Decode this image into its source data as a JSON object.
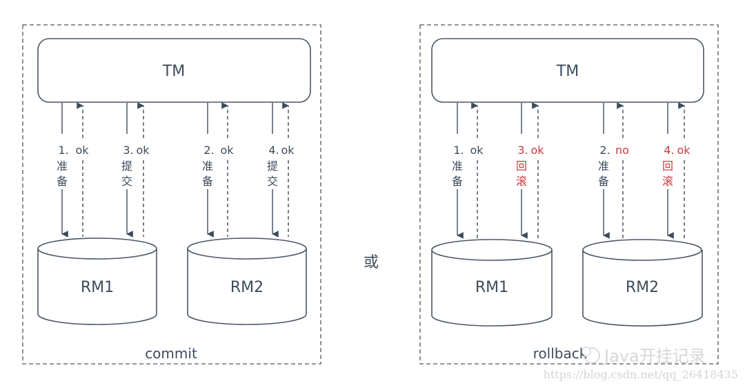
{
  "separator": "或",
  "panels": [
    {
      "caption": "commit",
      "tm_label": "TM",
      "rm_labels": [
        "RM1",
        "RM2"
      ],
      "steps": [
        {
          "num": "1.",
          "action": [
            "准",
            "备"
          ],
          "reply": "ok",
          "highlight": false,
          "reply_highlight": false
        },
        {
          "num": "3.",
          "action": [
            "提",
            "交"
          ],
          "reply": "ok",
          "highlight": false,
          "reply_highlight": false
        },
        {
          "num": "2.",
          "action": [
            "准",
            "备"
          ],
          "reply": "ok",
          "highlight": false,
          "reply_highlight": false
        },
        {
          "num": "4.",
          "action": [
            "提",
            "交"
          ],
          "reply": "ok",
          "highlight": false,
          "reply_highlight": false
        }
      ]
    },
    {
      "caption": "rollback",
      "tm_label": "TM",
      "rm_labels": [
        "RM1",
        "RM2"
      ],
      "steps": [
        {
          "num": "1.",
          "action": [
            "准",
            "备"
          ],
          "reply": "ok",
          "highlight": false,
          "reply_highlight": false
        },
        {
          "num": "3.",
          "action": [
            "回",
            "滚"
          ],
          "reply": "ok",
          "highlight": true,
          "reply_highlight": true
        },
        {
          "num": "2.",
          "action": [
            "准",
            "备"
          ],
          "reply": "no",
          "highlight": false,
          "reply_highlight": true
        },
        {
          "num": "4.",
          "action": [
            "回",
            "滚"
          ],
          "reply": "ok",
          "highlight": true,
          "reply_highlight": true
        }
      ]
    }
  ],
  "watermark": {
    "brand": "Java开挂记录",
    "url": "https://blog.csdn.net/qq_26418435"
  },
  "colors": {
    "line": "#3d4b5c",
    "text": "#3d4b5c",
    "highlight": "#c8383b",
    "border": "#555555"
  }
}
